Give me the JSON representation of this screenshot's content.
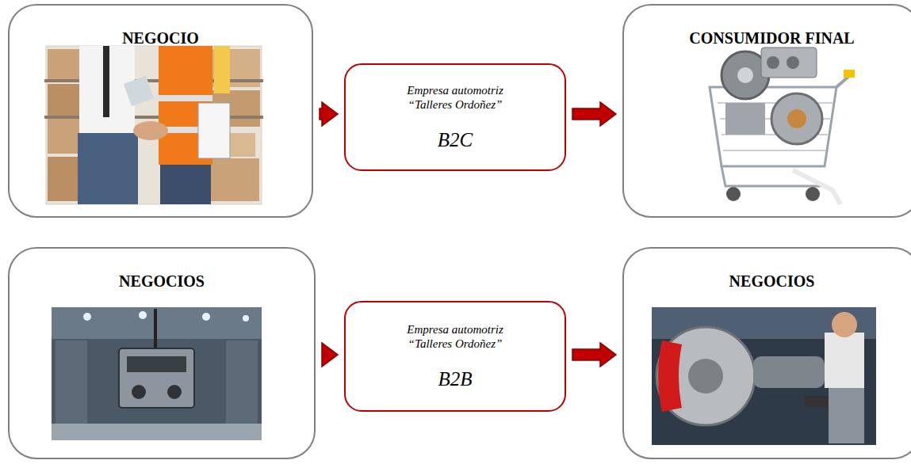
{
  "diagram": {
    "nodes": [
      {
        "text": [
          "NEGOCIO"
        ]
      },
      {
        "text": [
          "Empresa automotriz “Talleres Ordoñez”",
          "B2C"
        ]
      },
      {
        "text": [
          "CONSUMIDOR FINAL"
        ]
      },
      {
        "text": [
          "NEGOCIOS"
        ]
      },
      {
        "text": [
          "Empresa automotriz “Talleres Ordoñez”",
          "B2B"
        ]
      },
      {
        "text": [
          "NEGOCIOS"
        ]
      }
    ],
    "edges": [
      {
        "from": 0,
        "to": 1,
        "arrow": "to"
      },
      {
        "from": 1,
        "to": 2,
        "arrow": "to"
      },
      {
        "from": 3,
        "to": 4,
        "arrow": "to"
      },
      {
        "from": 4,
        "to": 5,
        "arrow": "to"
      }
    ]
  }
}
